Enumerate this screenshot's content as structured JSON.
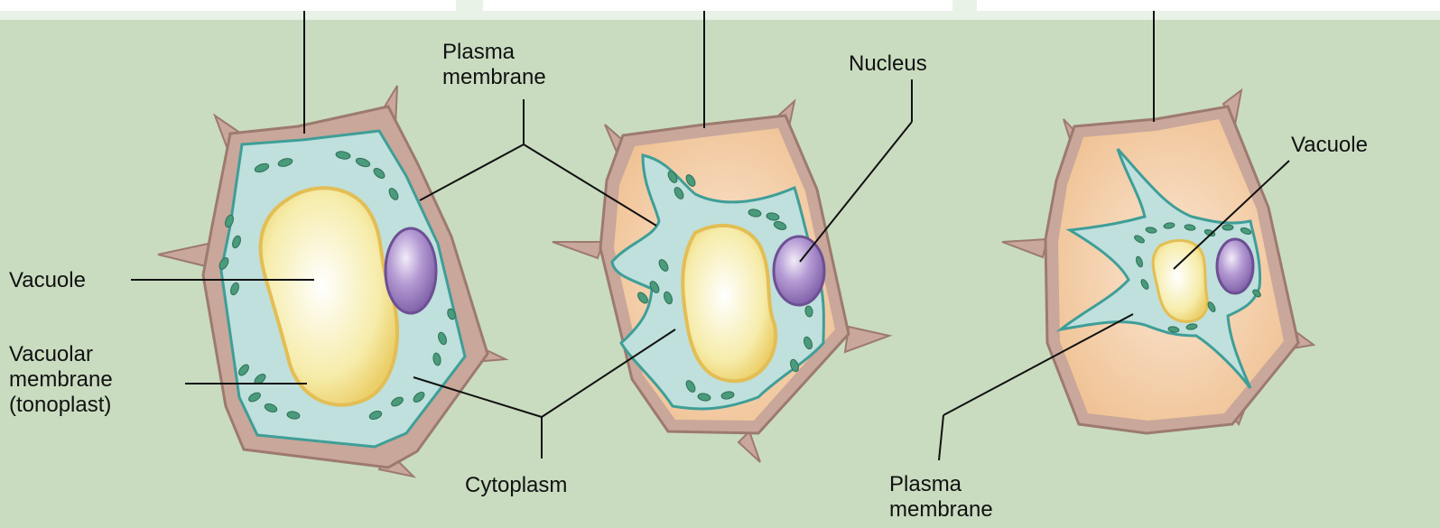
{
  "labels": {
    "plasma_membrane_top": [
      "Plasma",
      "membrane"
    ],
    "nucleus": "Nucleus",
    "vacuole_right": "Vacuole",
    "vacuole_left": "Vacuole",
    "vacuolar_membrane": [
      "Vacuolar",
      "membrane",
      "(tonoplast)"
    ],
    "cytoplasm": "Cytoplasm",
    "plasma_membrane_bottom": [
      "Plasma",
      "membrane"
    ]
  },
  "colors": {
    "background": "#c9dcc0",
    "cell_wall": "#c9a79a",
    "cell_wall_edge": "#9d7a6e",
    "cytoplasm": "#bfe0dc",
    "plasma_membrane": "#3f9e98",
    "vacuole_fill": "#f7eeb3",
    "vacuole_edge": "#e3be55",
    "plasmolyzed_space": "#f0c9a0",
    "nucleus_fill": "#a98ac9",
    "nucleus_edge": "#6d4f94",
    "chloroplast": "#4a9a7c",
    "leader_line": "#111111"
  }
}
